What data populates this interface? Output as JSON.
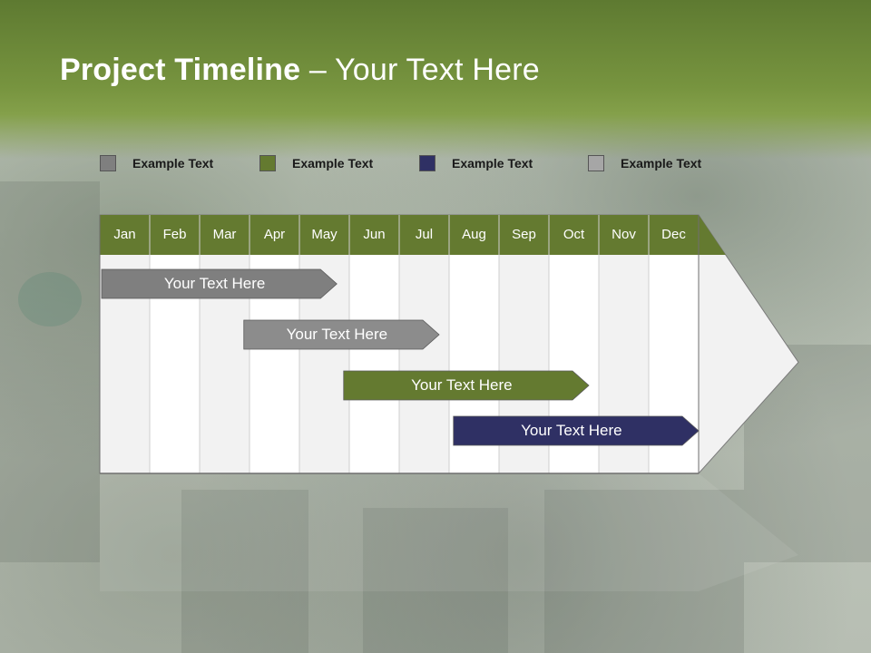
{
  "title": {
    "bold": "Project Timeline",
    "rest": " – Your Text Here"
  },
  "legend": [
    {
      "label": "Example Text",
      "color": "#7f7f7f"
    },
    {
      "label": "Example Text",
      "color": "#647a30"
    },
    {
      "label": "Example Text",
      "color": "#2f3064"
    },
    {
      "label": "Example Text",
      "color": "#a6a6a6"
    }
  ],
  "months": [
    "Jan",
    "Feb",
    "Mar",
    "Apr",
    "May",
    "Jun",
    "Jul",
    "Aug",
    "Sep",
    "Oct",
    "Nov",
    "Dec"
  ],
  "colors": {
    "header": "#647a30",
    "grid_light": "#f2f2f2",
    "grid_white": "#ffffff"
  },
  "tasks": [
    {
      "label": "Your  Text Here",
      "start_month": 1,
      "end_month": 4.75,
      "color": "#7f7f7f"
    },
    {
      "label": "Your  Text Here",
      "start_month": 3.85,
      "end_month": 6.8,
      "color": "#8c8c8c"
    },
    {
      "label": "Your  Text Here",
      "start_month": 5.85,
      "end_month": 9.8,
      "color": "#647a30"
    },
    {
      "label": "Your  Text Here",
      "start_month": 8.05,
      "end_month": 12.0,
      "color": "#2f3064"
    }
  ]
}
